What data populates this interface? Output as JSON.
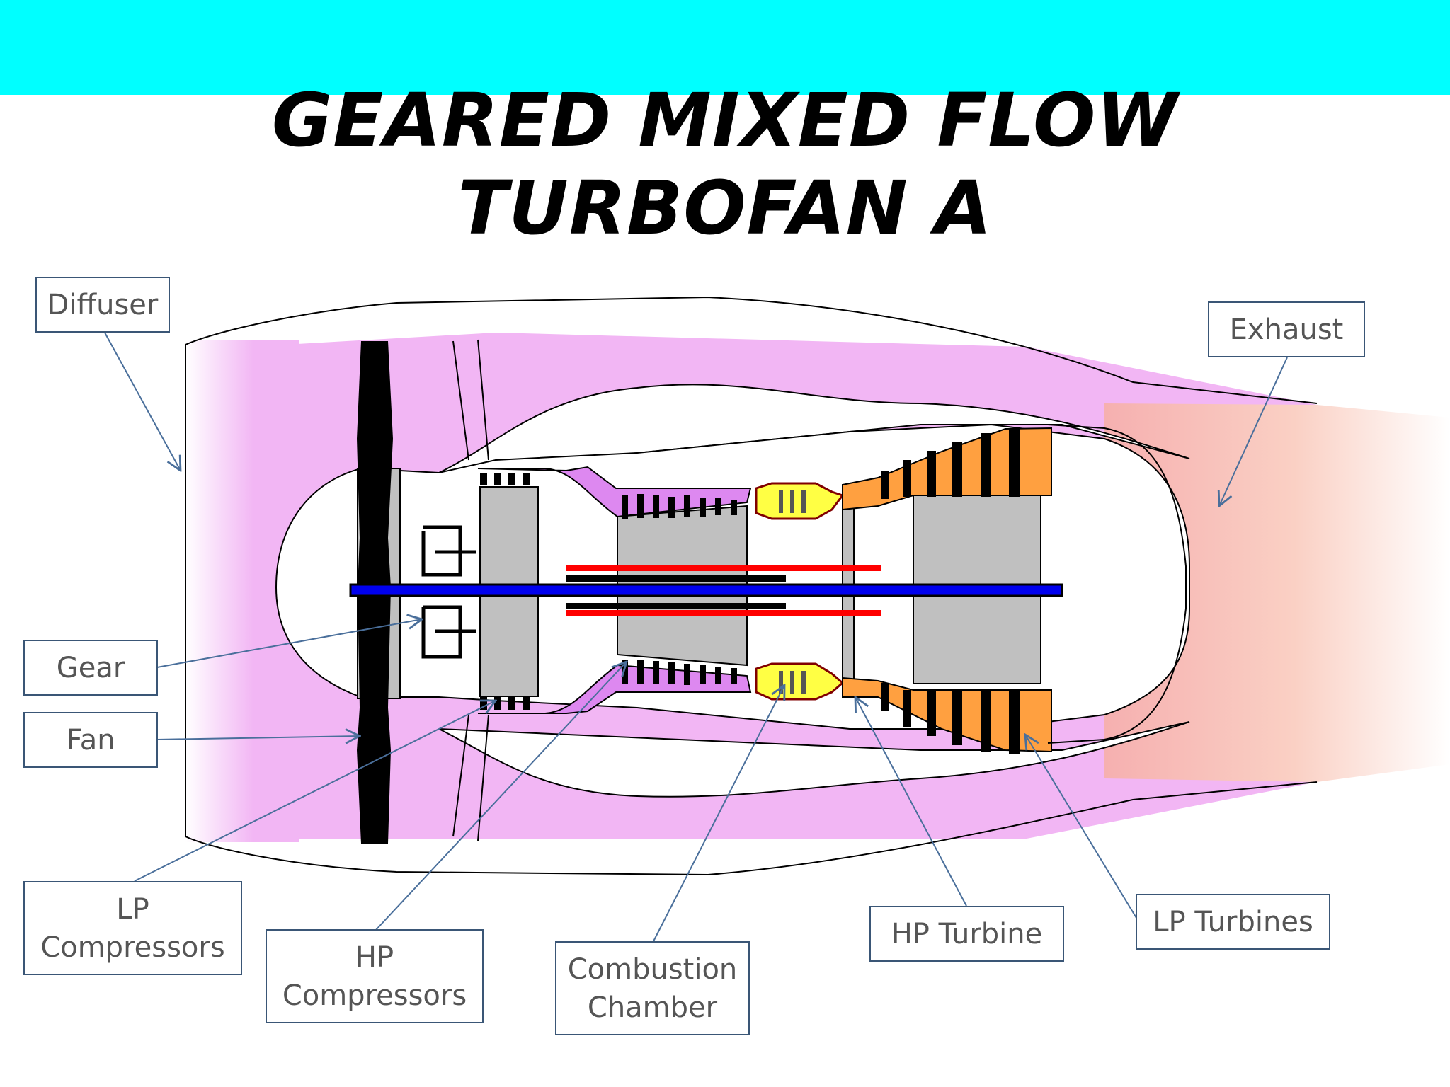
{
  "title": {
    "line1": "GEARED MIXED FLOW",
    "line2": "TURBOFAN A"
  },
  "labels": {
    "diffuser": "Diffuser",
    "exhaust": "Exhaust",
    "gear": "Gear",
    "fan": "Fan",
    "lp_compressors": "LP\nCompressors",
    "hp_compressors": "HP\nCompressors",
    "combustion_chamber": "Combustion\nChamber",
    "hp_turbine": "HP Turbine",
    "lp_turbines": "LP Turbines"
  },
  "colors": {
    "header_band": "#00ffff",
    "bypass_flow": "#f2b6f4",
    "core_flow": "#dd88f0",
    "core_grey": "#c0c0c0",
    "combustor": "#ffff44",
    "turbine": "#ffa040",
    "exhaust": "#f8b8b0",
    "lp_shaft": "#0000ee",
    "hp_shaft": "#ff0000",
    "arrows": "#4a6f9b"
  }
}
